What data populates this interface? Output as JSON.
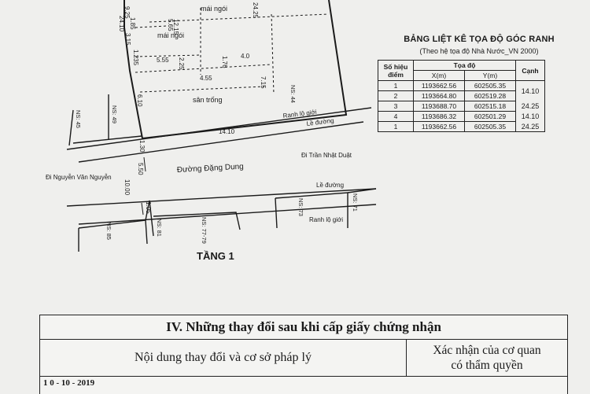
{
  "plan": {
    "rooms": {
      "mai_ngoi_top": "mái ngói",
      "mai_ngoi_mid": "mái ngói",
      "san_trong": "sân trống"
    },
    "dims": {
      "d_2425_top": "24.25",
      "d_1215": "12.15",
      "d_565": "5.65",
      "d_2410": "24.10",
      "d_185": "1.85",
      "d_925": "9.25",
      "d_315": "3.15",
      "d_1235": "1.235",
      "d_555": "5.55",
      "d_225": "2.25",
      "d_176": "1.76",
      "d_40": "4.0",
      "d_455": "4.55",
      "d_715": "7.15",
      "d_610": "6.10",
      "d_130": "1.30",
      "d_1410": "14.10",
      "d_550": "5.50",
      "d_1000": "10.00",
      "d_105": "1.05"
    },
    "houses": {
      "ns44": "NS: 44",
      "ns45": "NS: 45",
      "ns49": "NS: 49",
      "ns73": "NS: 73",
      "ns71": "NS: 71",
      "ns85": "NS: 85",
      "ns81": "NS: 81",
      "ns7779": "NS: 77-79"
    },
    "labels": {
      "ranh_lo_gioi_1": "Ranh lộ giới",
      "le_duong_1": "Lề đường",
      "street_main": "Đường Đặng Dung",
      "street_left": "Đi Nguyễn Văn Nguyễn",
      "street_right": "Đi Trần Nhật Duật",
      "le_duong_2": "Lề đường",
      "ranh_lo_gioi_2": "Ranh lộ giới"
    },
    "floor": "TẦNG 1"
  },
  "coords": {
    "title": "BẢNG LIỆT KÊ TỌA ĐỘ GÓC RANH",
    "subtitle": "(Theo hệ tọa độ Nhà Nước_VN 2000)",
    "h_point_1": "Số hiệu",
    "h_point_2": "điểm",
    "h_toado": "Tọa độ",
    "h_x": "X(m)",
    "h_y": "Y(m)",
    "h_canh": "Cạnh",
    "rows": [
      {
        "id": "1",
        "x": "1193662.56",
        "y": "602505.35"
      },
      {
        "id": "2",
        "x": "1193664.80",
        "y": "602519.28"
      },
      {
        "id": "3",
        "x": "1193688.70",
        "y": "602515.18"
      },
      {
        "id": "4",
        "x": "1193686.32",
        "y": "602501.29"
      },
      {
        "id": "1",
        "x": "1193662.56",
        "y": "602505.35"
      }
    ],
    "edges": [
      "14.10",
      "24.25",
      "14.10",
      "24.25"
    ]
  },
  "section": {
    "title": "IV. Những thay đổi sau khi cấp giấy chứng nhận",
    "col1": "Nội dung thay đổi và cơ sở pháp lý",
    "col2_line1": "Xác nhận của cơ quan",
    "col2_line2": "có thẩm quyền",
    "footer_date": "1 0 - 10 - 2019"
  }
}
